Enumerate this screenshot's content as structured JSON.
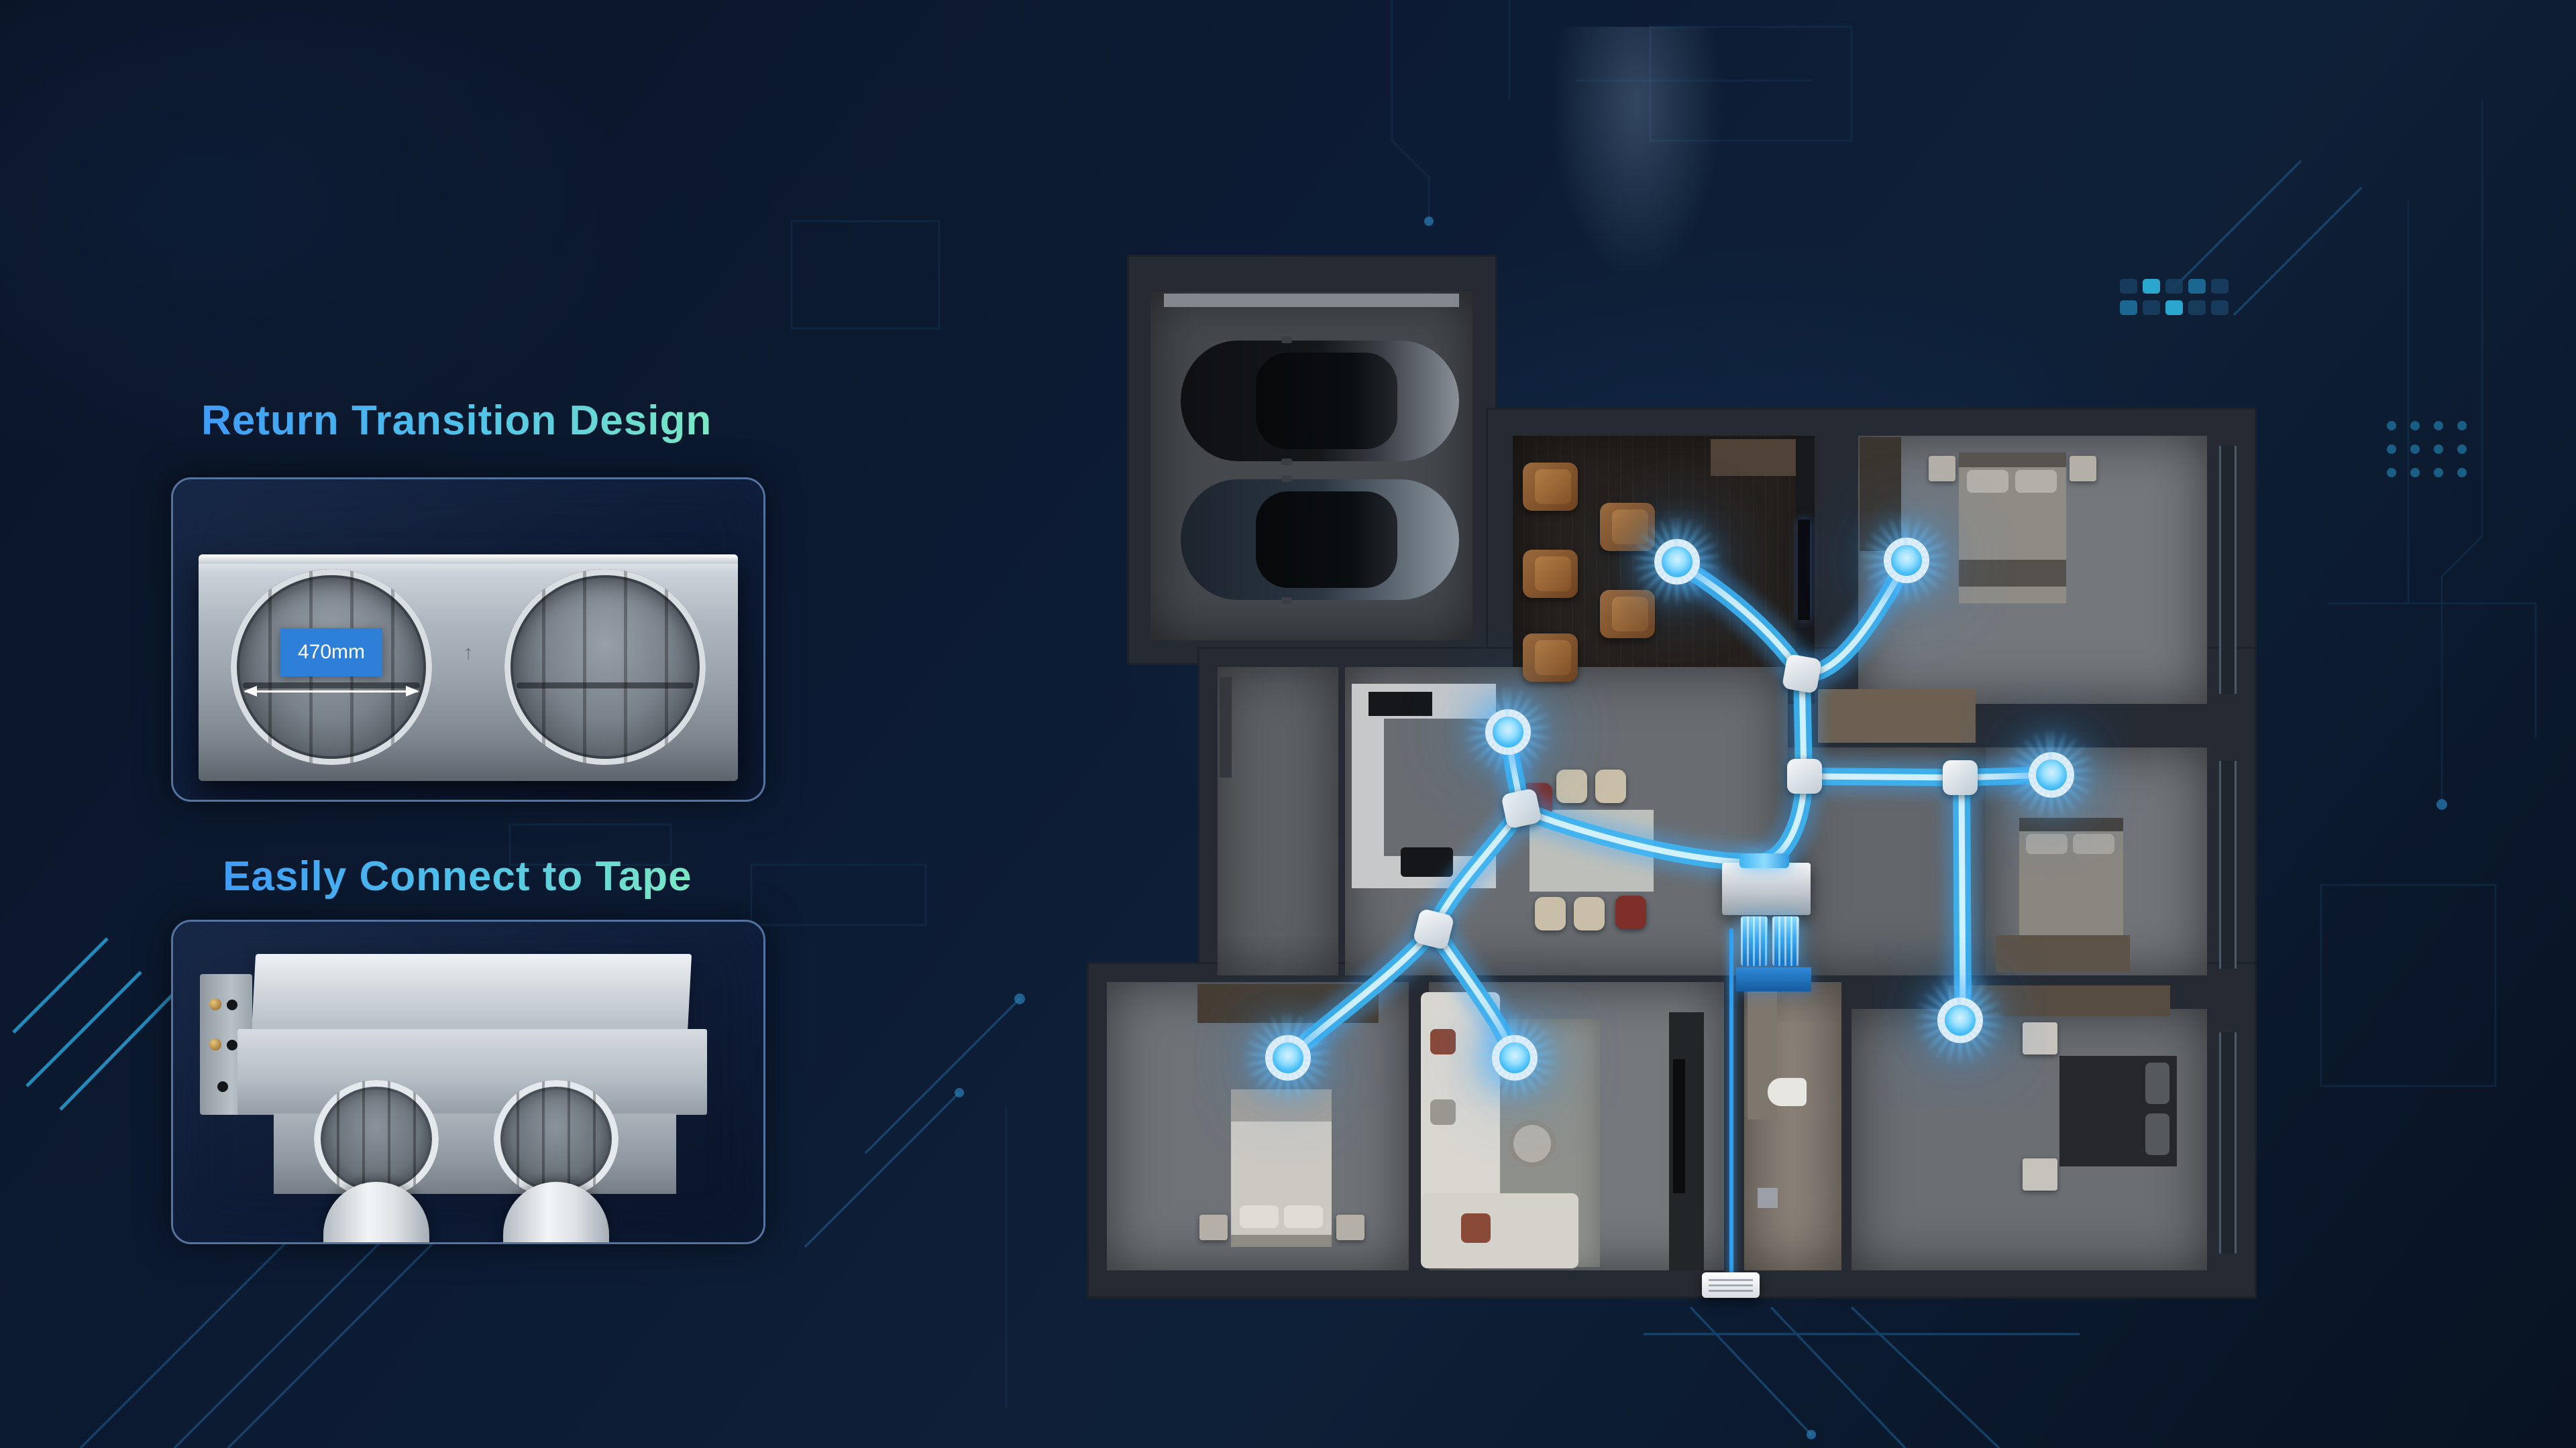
{
  "meta": {
    "type": "hvac-product-feature-graphic"
  },
  "colors": {
    "background_top": "#0c1b33",
    "background_bottom": "#081222",
    "title_gradient_start": "#3f9bf7",
    "title_gradient_end": "#7ce9c4",
    "card_border": "#54749f",
    "duct_glow": "#45b9f7",
    "vent_ring": "#eef3f7",
    "measure_label_bg": "#2e7fd8"
  },
  "features": [
    {
      "id": "return-transition-design",
      "title": "Return Transition Design",
      "measurement_label": "470mm",
      "image": "duct unit front view with two oval fan openings"
    },
    {
      "id": "easily-connect-to-tape",
      "title": "Easily Connect to Tape",
      "image": "duct unit perspective with two round collars connected to flexible tapes"
    }
  ],
  "floor_plan": {
    "description": "top-down 3D apartment render with central ducted AC unit and glowing supply ducts",
    "air_outlet_count": 7,
    "rooms": [
      "garage",
      "home-theater",
      "bedroom-top-right",
      "kitchen-dining",
      "entry-hall",
      "bedroom-mid-right",
      "bedroom-bottom-left",
      "living-room",
      "bathroom",
      "bedroom-bottom-right"
    ],
    "indoor_unit": {
      "return_openings": 2,
      "supply_junctions": 5
    }
  }
}
